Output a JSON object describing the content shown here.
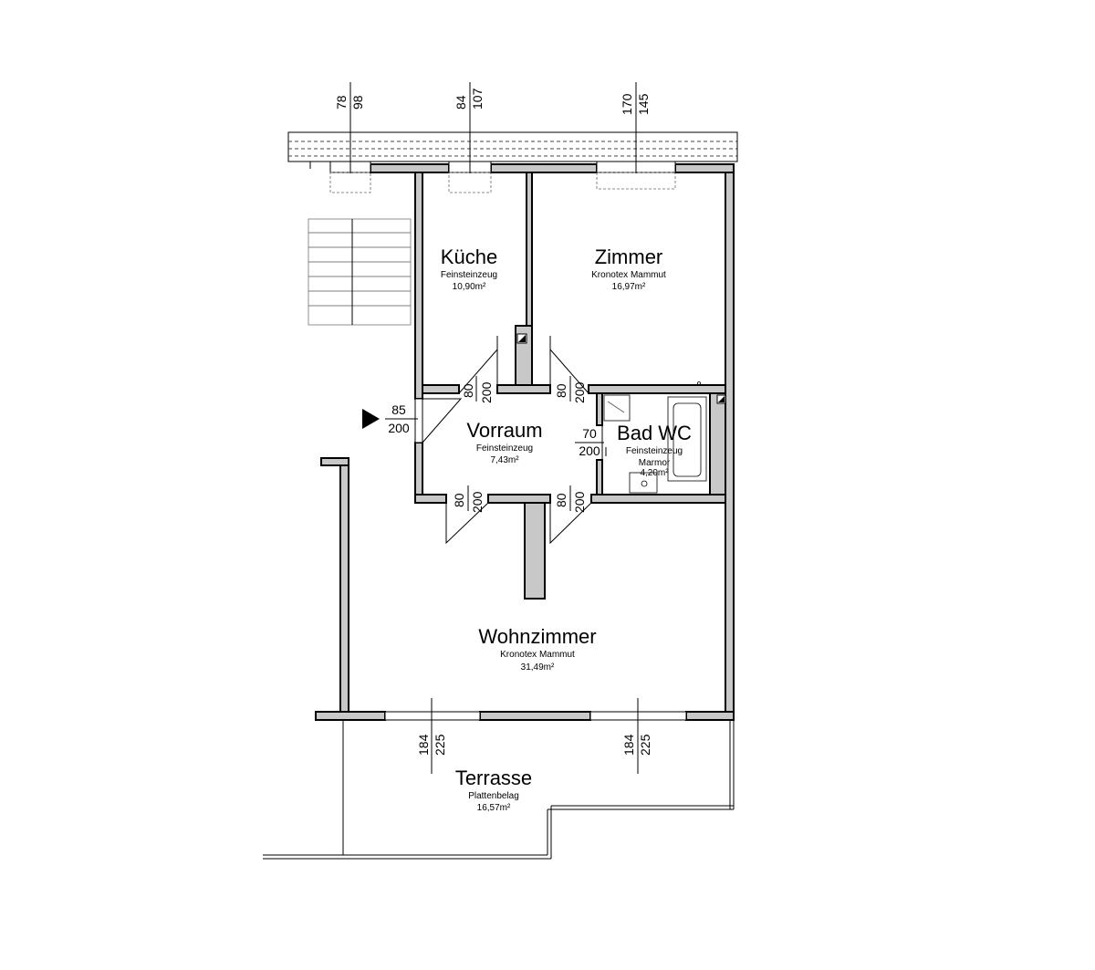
{
  "rooms": {
    "kueche": {
      "name": "Küche",
      "floor": "Feinsteinzeug",
      "area": "10,90m²"
    },
    "zimmer": {
      "name": "Zimmer",
      "floor": "Kronotex Mammut",
      "area": "16,97m²"
    },
    "vorraum": {
      "name": "Vorraum",
      "floor": "Feinsteinzeug",
      "area": "7,43m²"
    },
    "bad": {
      "name": "Bad WC",
      "floor": "Feinsteinzeug",
      "floor2": "Marmor",
      "area": "4,20m²"
    },
    "wohnzimmer": {
      "name": "Wohnzimmer",
      "floor": "Kronotex Mammut",
      "area": "31,49m²"
    },
    "terrasse": {
      "name": "Terrasse",
      "floor": "Plattenbelag",
      "area": "16,57m²"
    }
  },
  "windows": {
    "w1": {
      "width": "78",
      "height": "98"
    },
    "w2": {
      "width": "84",
      "height": "107"
    },
    "w3": {
      "width": "170",
      "height": "145"
    },
    "w4": {
      "width": "184",
      "height": "225"
    },
    "w5": {
      "width": "184",
      "height": "225"
    }
  },
  "doors": {
    "entry": {
      "width": "85",
      "height": "200"
    },
    "kueche": {
      "width": "80",
      "height": "200"
    },
    "zimmer": {
      "width": "80",
      "height": "200"
    },
    "bad": {
      "width": "70",
      "height": "200"
    },
    "wohn_left": {
      "width": "80",
      "height": "200"
    },
    "wohn_right": {
      "width": "80",
      "height": "200"
    }
  }
}
